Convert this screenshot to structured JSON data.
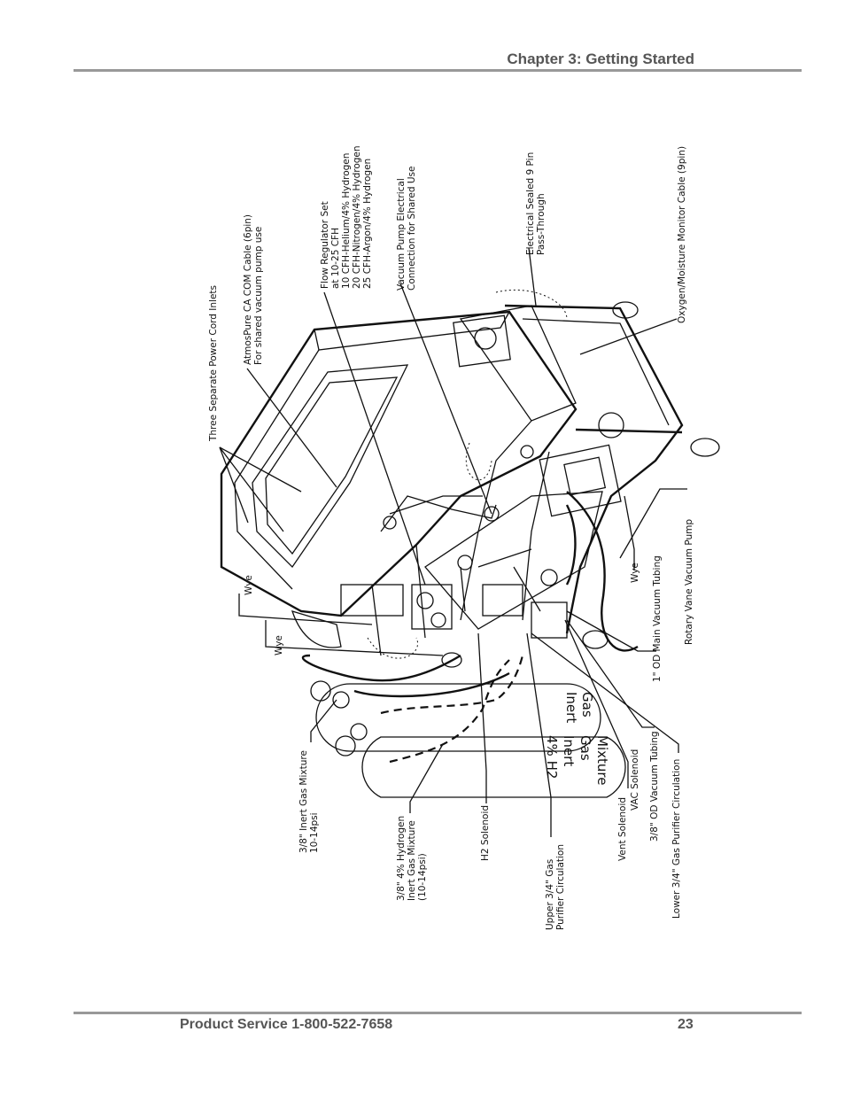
{
  "header": {
    "chapter": "Chapter 3: Getting Started"
  },
  "footer": {
    "service": "Product Service 1-800-522-7658",
    "page": "23"
  },
  "figure": {
    "labels": {
      "inert_gas": "3/8\" Inert Gas Mixture",
      "inert_gas_psi": "10-14psi",
      "h2_line1": "3/8\" 4% Hydrogen",
      "h2_line2": "Inert Gas Mixture",
      "h2_line3": "(10-14psi)",
      "h2_solenoid": "H2 Solenoid",
      "upper_line1": "Upper 3/4\" Gas",
      "upper_line2": "Purifier Circulation",
      "vent_solenoid": "Vent Solenoid",
      "vac_solenoid": "VAC Solenoid",
      "vac_tubing_38": "3/8\" OD Vacuum Tubing",
      "lower_circ": "Lower 3/4\" Gas Purifier Circulation",
      "main_vac_tubing": "1\" OD Main Vacuum Tubing",
      "rotary_pump": "Rotary Vane Vacuum Pump",
      "wye1": "Wye",
      "wye2": "Wye",
      "wye3": "Wye",
      "power_inlets": "Three Separate Power Cord Inlets",
      "com_line1": "AtmosPure CA COM Cable (6pin)",
      "com_line2": "For shared vacuum pump use",
      "flow_line1": "Flow Regulator Set",
      "flow_line2": "at 10-25 CFH",
      "flow_line3": "10 CFH-Helium/4% Hydrogen",
      "flow_line4": "20 CFH-Nitrogen/4% Hydrogen",
      "flow_line5": "25 CFH-Argon/4% Hydrogen",
      "vpe_line1": "Vacuum Pump Electrical",
      "vpe_line2": "Connection for Shared Use",
      "elec_line1": "Electrical Sealed 9 Pin",
      "elec_line2": "Pass-Through",
      "o2_cable": "Oxygen/Moisture Monitor Cable (9pin)"
    },
    "tanks": {
      "inert_line1": "Inert",
      "inert_line2": "Gas",
      "h2_line1": "4% H2",
      "h2_line2": "Inert",
      "h2_line3": "Gas",
      "h2_line4": "Mixture"
    }
  }
}
